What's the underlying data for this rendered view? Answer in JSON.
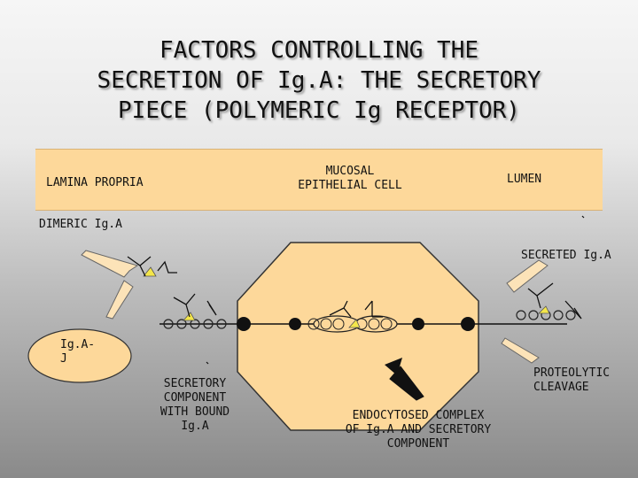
{
  "title": {
    "line1": "FACTORS CONTROLLING THE",
    "line2": "SECRETION OF Ig.A: THE SECRETORY",
    "line3": "PIECE (POLYMERIC Ig RECEPTOR)"
  },
  "banner": {
    "lamina_propria": "LAMINA PROPRIA",
    "mucosal_line1": "MUCOSAL",
    "mucosal_line2": "EPITHELIAL CELL",
    "lumen": "LUMEN"
  },
  "labels": {
    "dimeric": "DIMERIC Ig.A",
    "secreted": "SECRETED Ig.A",
    "iga_j_line1": "Ig.A-",
    "iga_j_line2": "J",
    "secretory_line1": "SECRETORY",
    "secretory_line2": "COMPONENT",
    "secretory_line3": "WITH BOUND",
    "secretory_line4": "Ig.A",
    "endocytosed_line1": "ENDOCYTOSED COMPLEX",
    "endocytosed_line2": "OF Ig.A AND SECRETORY",
    "endocytosed_line3": "COMPONENT",
    "proteolytic_line1": "PROTEOLYTIC",
    "proteolytic_line2": "CLEAVAGE"
  },
  "colors": {
    "cell_fill": "#fdd89a",
    "arrow_fill": "#fce3b8",
    "marker_yellow": "#f4e64a",
    "dark": "#111111"
  }
}
